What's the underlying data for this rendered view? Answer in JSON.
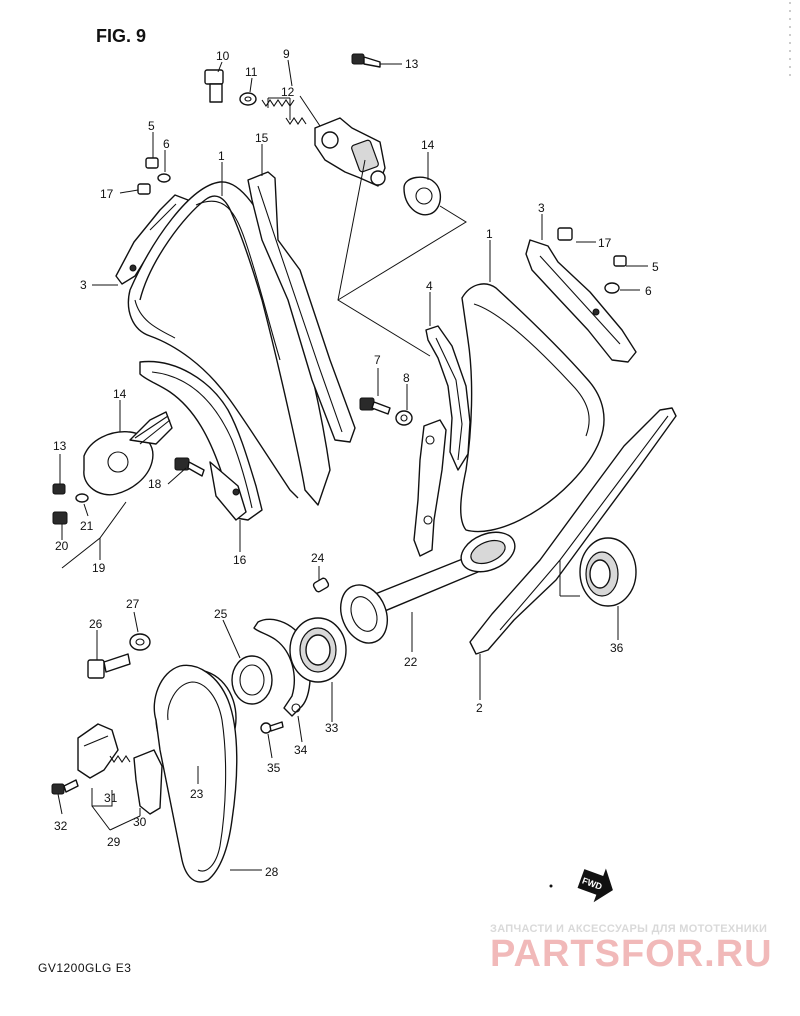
{
  "figure": {
    "title": "FIG. 9",
    "model": "GV1200GLG  E3"
  },
  "watermark": {
    "tagline": "ЗАПЧАСТИ И АКСЕССУАРЫ ДЛЯ МОТОТЕХНИКИ",
    "brand": "PARTSFOR.RU",
    "color": "#e05050"
  },
  "fwd_badge": "FWD",
  "callouts": {
    "c1a": "1",
    "c1b": "1",
    "c2": "2",
    "c3a": "3",
    "c3b": "3",
    "c4": "4",
    "c5a": "5",
    "c5b": "5",
    "c6a": "6",
    "c6b": "6",
    "c7": "7",
    "c8": "8",
    "c9": "9",
    "c10": "10",
    "c11": "11",
    "c12": "12",
    "c13a": "13",
    "c13b": "13",
    "c14a": "14",
    "c14b": "14",
    "c15": "15",
    "c16": "16",
    "c17a": "17",
    "c17b": "17",
    "c18": "18",
    "c19": "19",
    "c20": "20",
    "c21": "21",
    "c22": "22",
    "c23": "23",
    "c24": "24",
    "c25": "25",
    "c26": "26",
    "c27": "27",
    "c28": "28",
    "c29": "29",
    "c30": "30",
    "c31": "31",
    "c32": "32",
    "c33": "33",
    "c34": "34",
    "c35": "35",
    "c36": "36"
  }
}
